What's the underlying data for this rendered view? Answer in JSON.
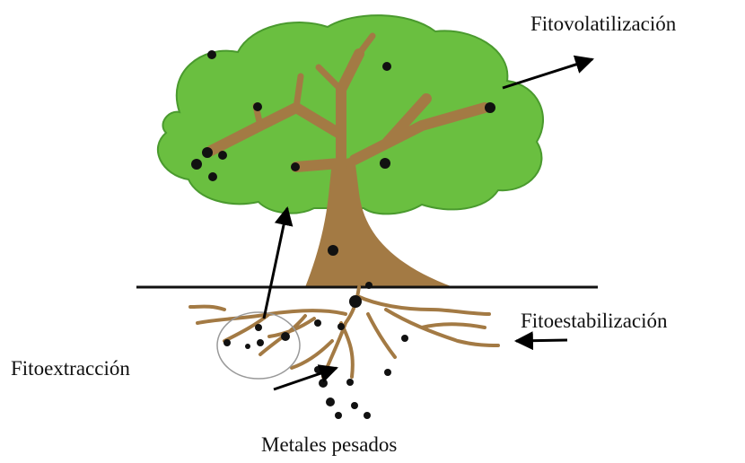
{
  "labels": {
    "fitovolatilizacion": "Fitovolatilización",
    "fitoestabilizacion": "Fitoestabilización",
    "fitoextraccion": "Fitoextracción",
    "metales_pesados": "Metales pesados"
  },
  "colors": {
    "canopy": "#6abf40",
    "canopy_outline": "#4a9a2e",
    "trunk": "#a37a44",
    "roots": "#a37a44",
    "particles": "#111111",
    "ground": "#111111",
    "arrows": "#000000",
    "circle": "#999999"
  }
}
